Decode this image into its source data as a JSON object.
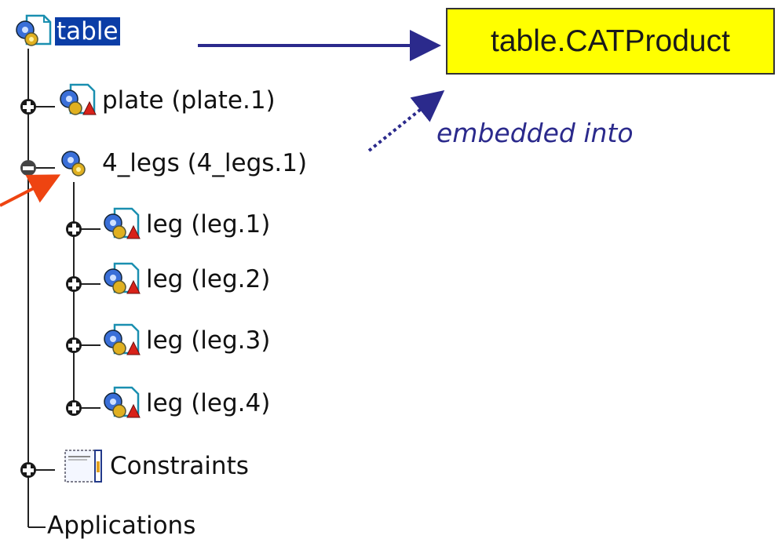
{
  "tree": {
    "root": {
      "label": "table",
      "selected": true,
      "icon": "product-icon"
    },
    "children": [
      {
        "label": "plate (plate.1)",
        "icon": "part-icon",
        "expander": "plus"
      },
      {
        "label": "4_legs (4_legs.1)",
        "icon": "product-icon",
        "expander": "minus",
        "children": [
          {
            "label": "leg (leg.1)",
            "icon": "part-icon",
            "expander": "plus"
          },
          {
            "label": "leg (leg.2)",
            "icon": "part-icon",
            "expander": "plus"
          },
          {
            "label": "leg (leg.3)",
            "icon": "part-icon",
            "expander": "plus"
          },
          {
            "label": "leg (leg.4)",
            "icon": "part-icon",
            "expander": "plus"
          }
        ]
      },
      {
        "label": "Constraints",
        "icon": "constraints-icon",
        "expander": "plus"
      },
      {
        "label": "Applications"
      }
    ]
  },
  "callout": {
    "label": "table.CATProduct"
  },
  "note": {
    "text": "embedded into"
  },
  "colors": {
    "selection": "#0b3da6",
    "callout_bg": "#ffff00",
    "arrow_navy": "#2b2a8c",
    "arrow_red": "#ee4411"
  }
}
